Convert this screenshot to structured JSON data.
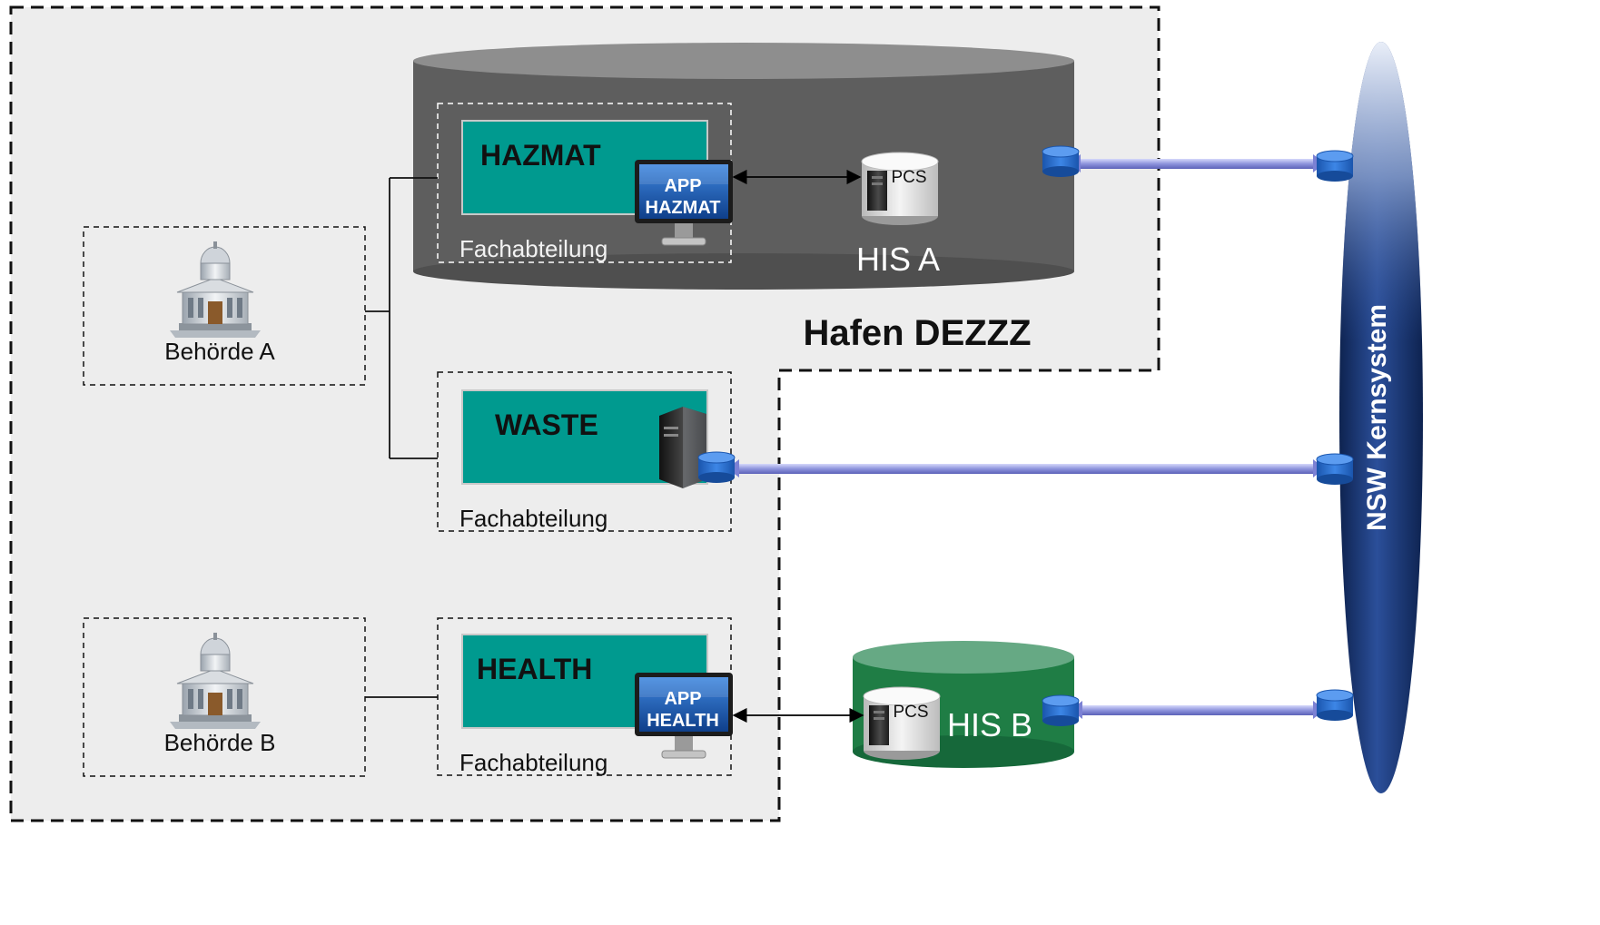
{
  "region": {
    "title": "Hafen DEZZZ"
  },
  "authorities": [
    {
      "label": "Behörde A"
    },
    {
      "label": "Behörde B"
    }
  ],
  "departments": [
    {
      "name": "HAZMAT",
      "caption": "Fachabteilung",
      "app_line1": "APP",
      "app_line2": "HAZMAT"
    },
    {
      "name": "WASTE",
      "caption": "Fachabteilung"
    },
    {
      "name": "HEALTH",
      "caption": "Fachabteilung",
      "app_line1": "APP",
      "app_line2": "HEALTH"
    }
  ],
  "his_a": {
    "label": "HIS A",
    "pcs_label": "PCS"
  },
  "his_b": {
    "label": "HIS B",
    "pcs_label": "PCS"
  },
  "core": {
    "label": "NSW Kernsystem"
  },
  "colors": {
    "region_fill": "#ededed",
    "his_a_fill": "#5e5e5e",
    "his_b_fill": "#1f7d45",
    "department_fill": "#009a8f",
    "app_screen": "#1e5fb4",
    "core_fill": "#1d3f86",
    "connector": "#8f95dd",
    "port": "#2a6fd0"
  }
}
